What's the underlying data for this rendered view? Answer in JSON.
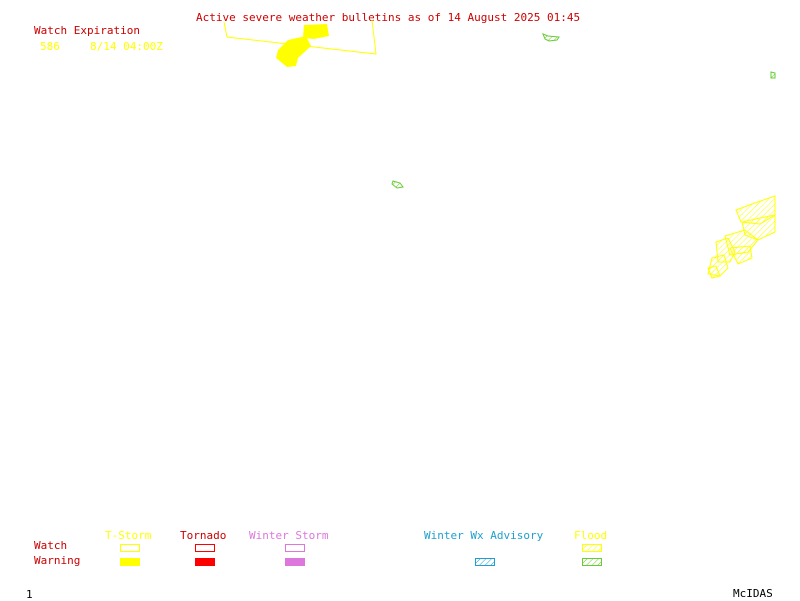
{
  "header": {
    "title": "Active severe weather bulletins as of 14 August 2025 01:45"
  },
  "watch_expiration": {
    "label": "Watch Expiration",
    "entries": [
      {
        "number": "586",
        "expires": "8/14 04:00Z"
      }
    ]
  },
  "legend": {
    "row_labels": {
      "watch": "Watch",
      "warning": "Warning"
    },
    "categories": [
      {
        "key": "tstorm",
        "label": "T-Storm",
        "color": "#ffff00",
        "watch": "outline",
        "warning": "filled"
      },
      {
        "key": "tornado",
        "label": "Tornado",
        "color": "#ff0000",
        "watch": "outline",
        "warning": "filled"
      },
      {
        "key": "winter_storm",
        "label": "Winter Storm",
        "color": "#dd77dd",
        "watch": "outline",
        "warning": "filled"
      },
      {
        "key": "winter_wx_advisory",
        "label": "Winter Wx Advisory",
        "color": "#1f9fcf",
        "watch": "none",
        "warning": "hatched"
      },
      {
        "key": "flood",
        "label": "Flood",
        "color": "#ffff00",
        "color_warning": "#66cc33",
        "watch": "hatched",
        "warning": "hatched"
      }
    ]
  },
  "footer": {
    "frame_number": "1",
    "software": "McIDAS"
  },
  "colors": {
    "title_text": "#cc0000",
    "watch_text": "#ffff00",
    "flood_green": "#66cc33",
    "background": "#ffffff"
  }
}
